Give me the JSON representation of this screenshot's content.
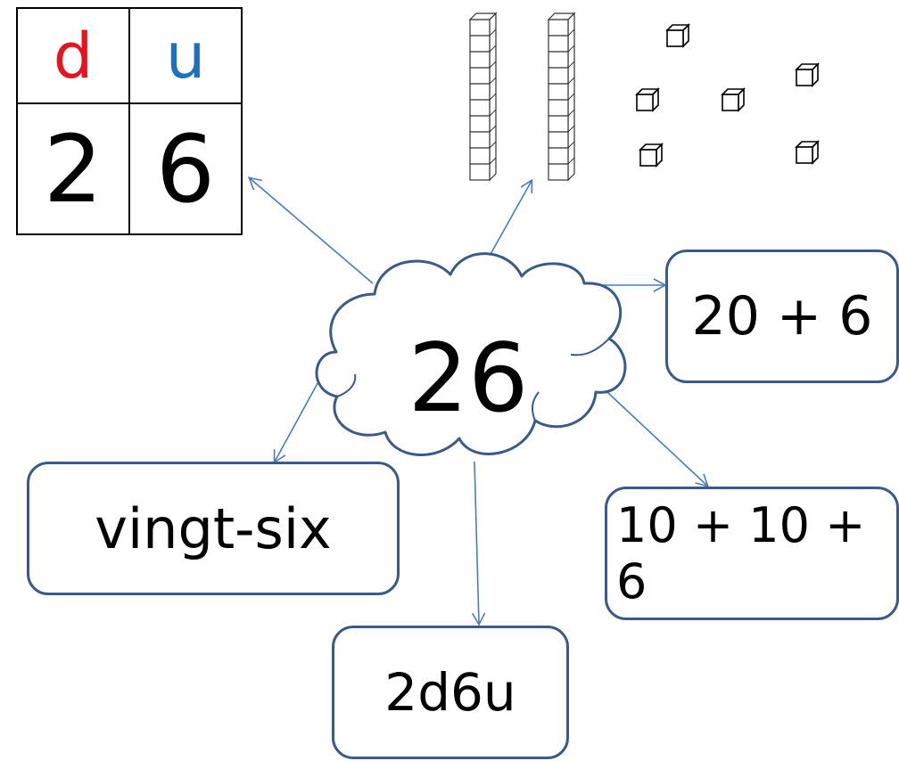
{
  "center_number": "26",
  "place_value": {
    "tens_header": "d",
    "units_header": "u",
    "tens_digit": "2",
    "units_digit": "6",
    "tens_color": "#e8141b",
    "units_color": "#1f6fbf"
  },
  "representations": {
    "expanded": "20 + 6",
    "tens_sum": "10 + 10 + 6",
    "word": "vingt-six",
    "abbreviated": "2d6u"
  },
  "blocks": {
    "ten_rods": 2,
    "unit_cubes": 6
  },
  "colors": {
    "box_border": "#3b5a87",
    "arrow": "#4a7bbf"
  }
}
